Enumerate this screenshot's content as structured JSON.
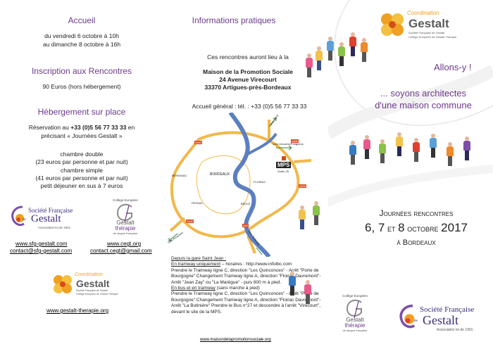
{
  "left": {
    "accueil_title": "Accueil",
    "accueil_line1": "du vendredi 6 octobre à 10h",
    "accueil_line2": "au dimanche 8 octobre à 16h",
    "inscription_title": "Inscription aux Rencontres",
    "inscription_price": "90 Euros (hors hébergement)",
    "hebergement_title": "Hébergement sur place",
    "reservation_pre": "Réservation au ",
    "reservation_phone": "+33 (0)5 56 77 33 33",
    "reservation_post": " en",
    "reservation_line2": "précisant « Journées Gestalt »",
    "room1_line1": "chambre double",
    "room1_line2": "(23 euros par personne et par nuit)",
    "room2_line1": "chambre simple",
    "room2_line2": "(41 euros par personne et par nuit)",
    "breakfast": "petit déjeuner en sus à 7 euros",
    "sfg_name1": "Société Française",
    "sfg_de": "de",
    "sfg_name2": "Gestalt",
    "sfg_assoc": "Association loi de 1901",
    "cegt_top": "Collège Européen",
    "cegt_name1": "Gestalt",
    "cegt_name2": "thérapie",
    "cegt_sub": "de langue française",
    "sfg_site": "www.sfg-gestalt.com",
    "sfg_mail": "contact@sfg-gestalt.com",
    "cegt_site": "www.cegt.org",
    "cegt_mail": "contact.cegt@gmail.com",
    "coord_top": "Coordination",
    "coord_name": "Gestalt",
    "coord_sub1": "Société Française de Gestalt",
    "coord_sub2": "Collège Européen de Gestalt Thérapie",
    "gt_site": "www.gestalt-therapie.org"
  },
  "middle": {
    "title": "Informations pratiques",
    "intro": "Ces rencontres auront lieu à la",
    "venue1": "Maison de la Promotion Sociale",
    "venue2": "24 Avenue Virecourt",
    "venue3": "33370 Artigues-près-Bordeaux",
    "phone": "Accueil général : tél. : +33 (0)5 56 77 33 33",
    "map": {
      "bordeaux": "BORDEAUX",
      "merignac": "MÉRIGNAC",
      "pessac": "PESSAC",
      "begle": "BÈGLE",
      "floirac": "FLOIRAC",
      "mps": "MPS",
      "sortie": "Sortie 25",
      "vers_libourne": "Vers Libourne/Périgueux",
      "vers_paris": "Vers Paris",
      "vers_arcachon": "Vers Arcachon",
      "vers_toulouse": "Vers Toulouse",
      "a630_1": "A630",
      "a630_2": "A630",
      "a630_3": "A630",
      "a630_4": "A630",
      "a62": "A62"
    },
    "depuis": "Depuis la gare Saint Jean :",
    "tram_only_label": "En tramway uniquement",
    "tram_only_rest": " – horaires : http://www.infotbc.com",
    "tram_text": "Prendre le Tramway ligne C, direction \"Les Quinconces\" - Arrêt \"Porte de Bourgogne\" Changement Tramway ligne A, direction \"Floirac Davremont\"- Arrêt \"Jean Zay\" ou \"La Marègue\" - puis 800 m à pied.",
    "bus_label": "En bus et en tramway",
    "bus_label_rest": " (sans marche à pied)",
    "bus_text": "Prendre le Tramway ligne C, direction \"Les Quinconces\" - Arrêt \"Porte de Bourgogne\" Changement Tramway ligne A, direction \"Floirac Davremont\"- Arrêt \"La Butinière\" Prendre le Bus n°27 et descendre à l'arrêt \"Virecourt\", devant le site de la MPS.",
    "mps_site": "www.maisondelapromotionsociale.org"
  },
  "right": {
    "coord_top": "Coordination",
    "coord_name": "Gestalt",
    "coord_sub1": "Société Française de Gestalt",
    "coord_sub2": "Collège Européen de Gestalt Thérapie",
    "allons": "Allons-y !",
    "slogan1": "... soyons architectes",
    "slogan2": "d'une maison commune",
    "journees": "Journées rencontres",
    "dates_6": "6, 7",
    "dates_et": " et ",
    "dates_8": "8",
    "dates_oct": " octobre ",
    "dates_year": "2017",
    "location": "à Bordeaux",
    "cegt_top": "Collège Européen",
    "cegt_name1": "Gestalt",
    "cegt_name2": "thérapie",
    "cegt_sub": "de langue française",
    "sfg_name1": "Société Française",
    "sfg_de": "de",
    "sfg_name2": "Gestalt",
    "sfg_assoc": "Association loi de 1901"
  },
  "colors": {
    "heading": "#6b3a8c",
    "accent_orange": "#f0a020",
    "sfg_blue": "#3b2a7a",
    "river": "#5b7fc0",
    "road": "#f2b84b"
  }
}
